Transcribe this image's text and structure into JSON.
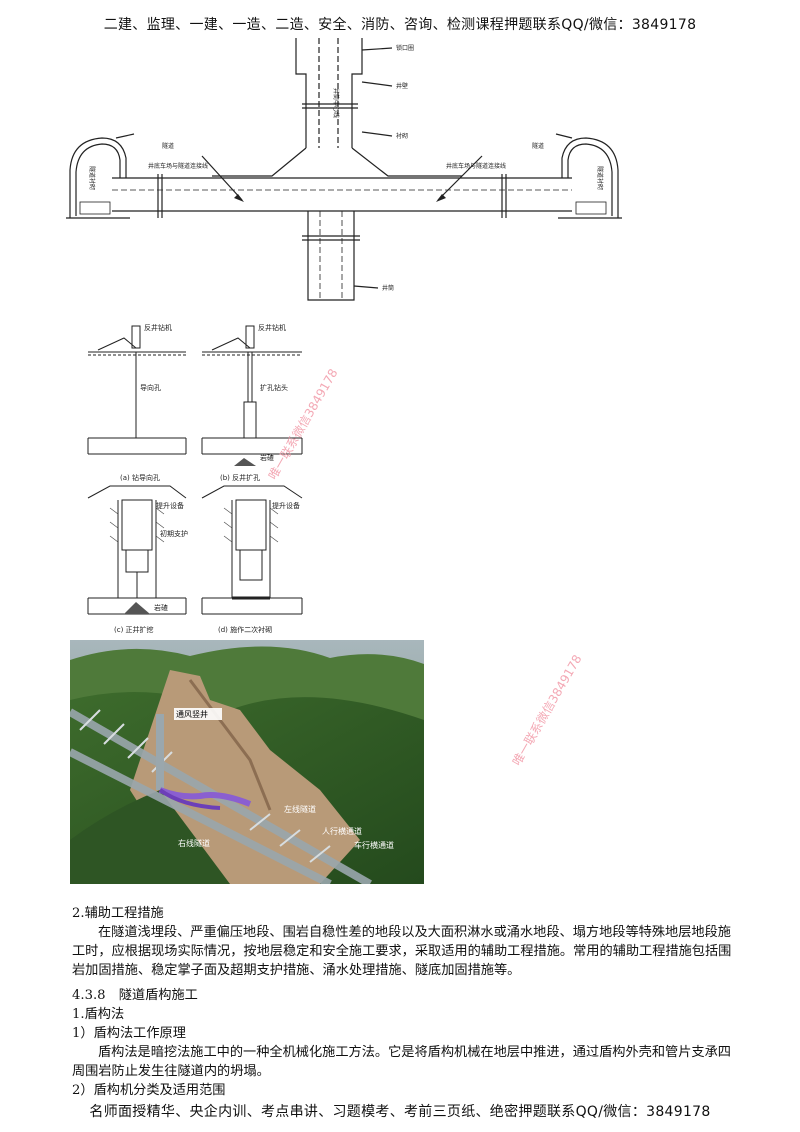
{
  "header": {
    "text": "二建、监理、一建、一造、二造、安全、消防、咨询、检测课程押题联系QQ/微信：3849178"
  },
  "footer": {
    "text": "名师面授精华、央企内训、考点串讲、习题模考、考前三页纸、绝密押题联系QQ/微信：3849178"
  },
  "watermarks": [
    "唯一联系微信3849178",
    "唯一联系微信3849178"
  ],
  "figure1": {
    "labels": {
      "left_tunnel": "隧道",
      "right_tunnel": "隧道",
      "left_channel": "井底车场与隧道连接线",
      "right_channel": "井底车场与隧道连接线",
      "lock_ring": "锁口圈",
      "shaft_wall": "井壁",
      "shaft_center": "井筒中心线",
      "lining": "衬砌",
      "sump": "井筒",
      "left_tunnel_note": "隧道衬砌",
      "right_tunnel_note": "隧道衬砌"
    }
  },
  "figure2": {
    "machine": "反井钻机",
    "pilot_hole": "导向孔",
    "reamer_head": "扩孔钻头",
    "debris": "岩碴",
    "hoist": "提升设备",
    "support": "初期支护",
    "captions": [
      "(a) 钻导向孔",
      "(b) 反井扩孔",
      "(c) 正井扩挖",
      "(d) 施作二次衬砌"
    ]
  },
  "figure3": {
    "labels": {
      "shaft": "通风竖井",
      "left_tunnel": "左线隧道",
      "right_tunnel": "右线隧道",
      "pedestrian": "人行横通道",
      "vehicle": "车行横通道"
    }
  },
  "content": {
    "s1_title": "2.辅助工程措施",
    "s1_para": "在隧道浅埋段、严重偏压地段、围岩自稳性差的地段以及大面积淋水或涌水地段、塌方地段等特殊地层地段施工时，应根据现场实际情况，按地层稳定和安全施工要求，采取适用的辅助工程措施。常用的辅助工程措施包括围岩加固措施、稳定掌子面及超期支护措施、涌水处理措施、隧底加固措施等。",
    "s2_title": "4.3.8　隧道盾构施工",
    "s2_sub": "1.盾构法",
    "s2_item1": "1）盾构法工作原理",
    "s2_para": "盾构法是暗挖法施工中的一种全机械化施工方法。它是将盾构机械在地层中推进，通过盾构外壳和管片支承四周围岩防止发生往隧道内的坍塌。",
    "s2_item2": "2）盾构机分类及适用范围"
  }
}
